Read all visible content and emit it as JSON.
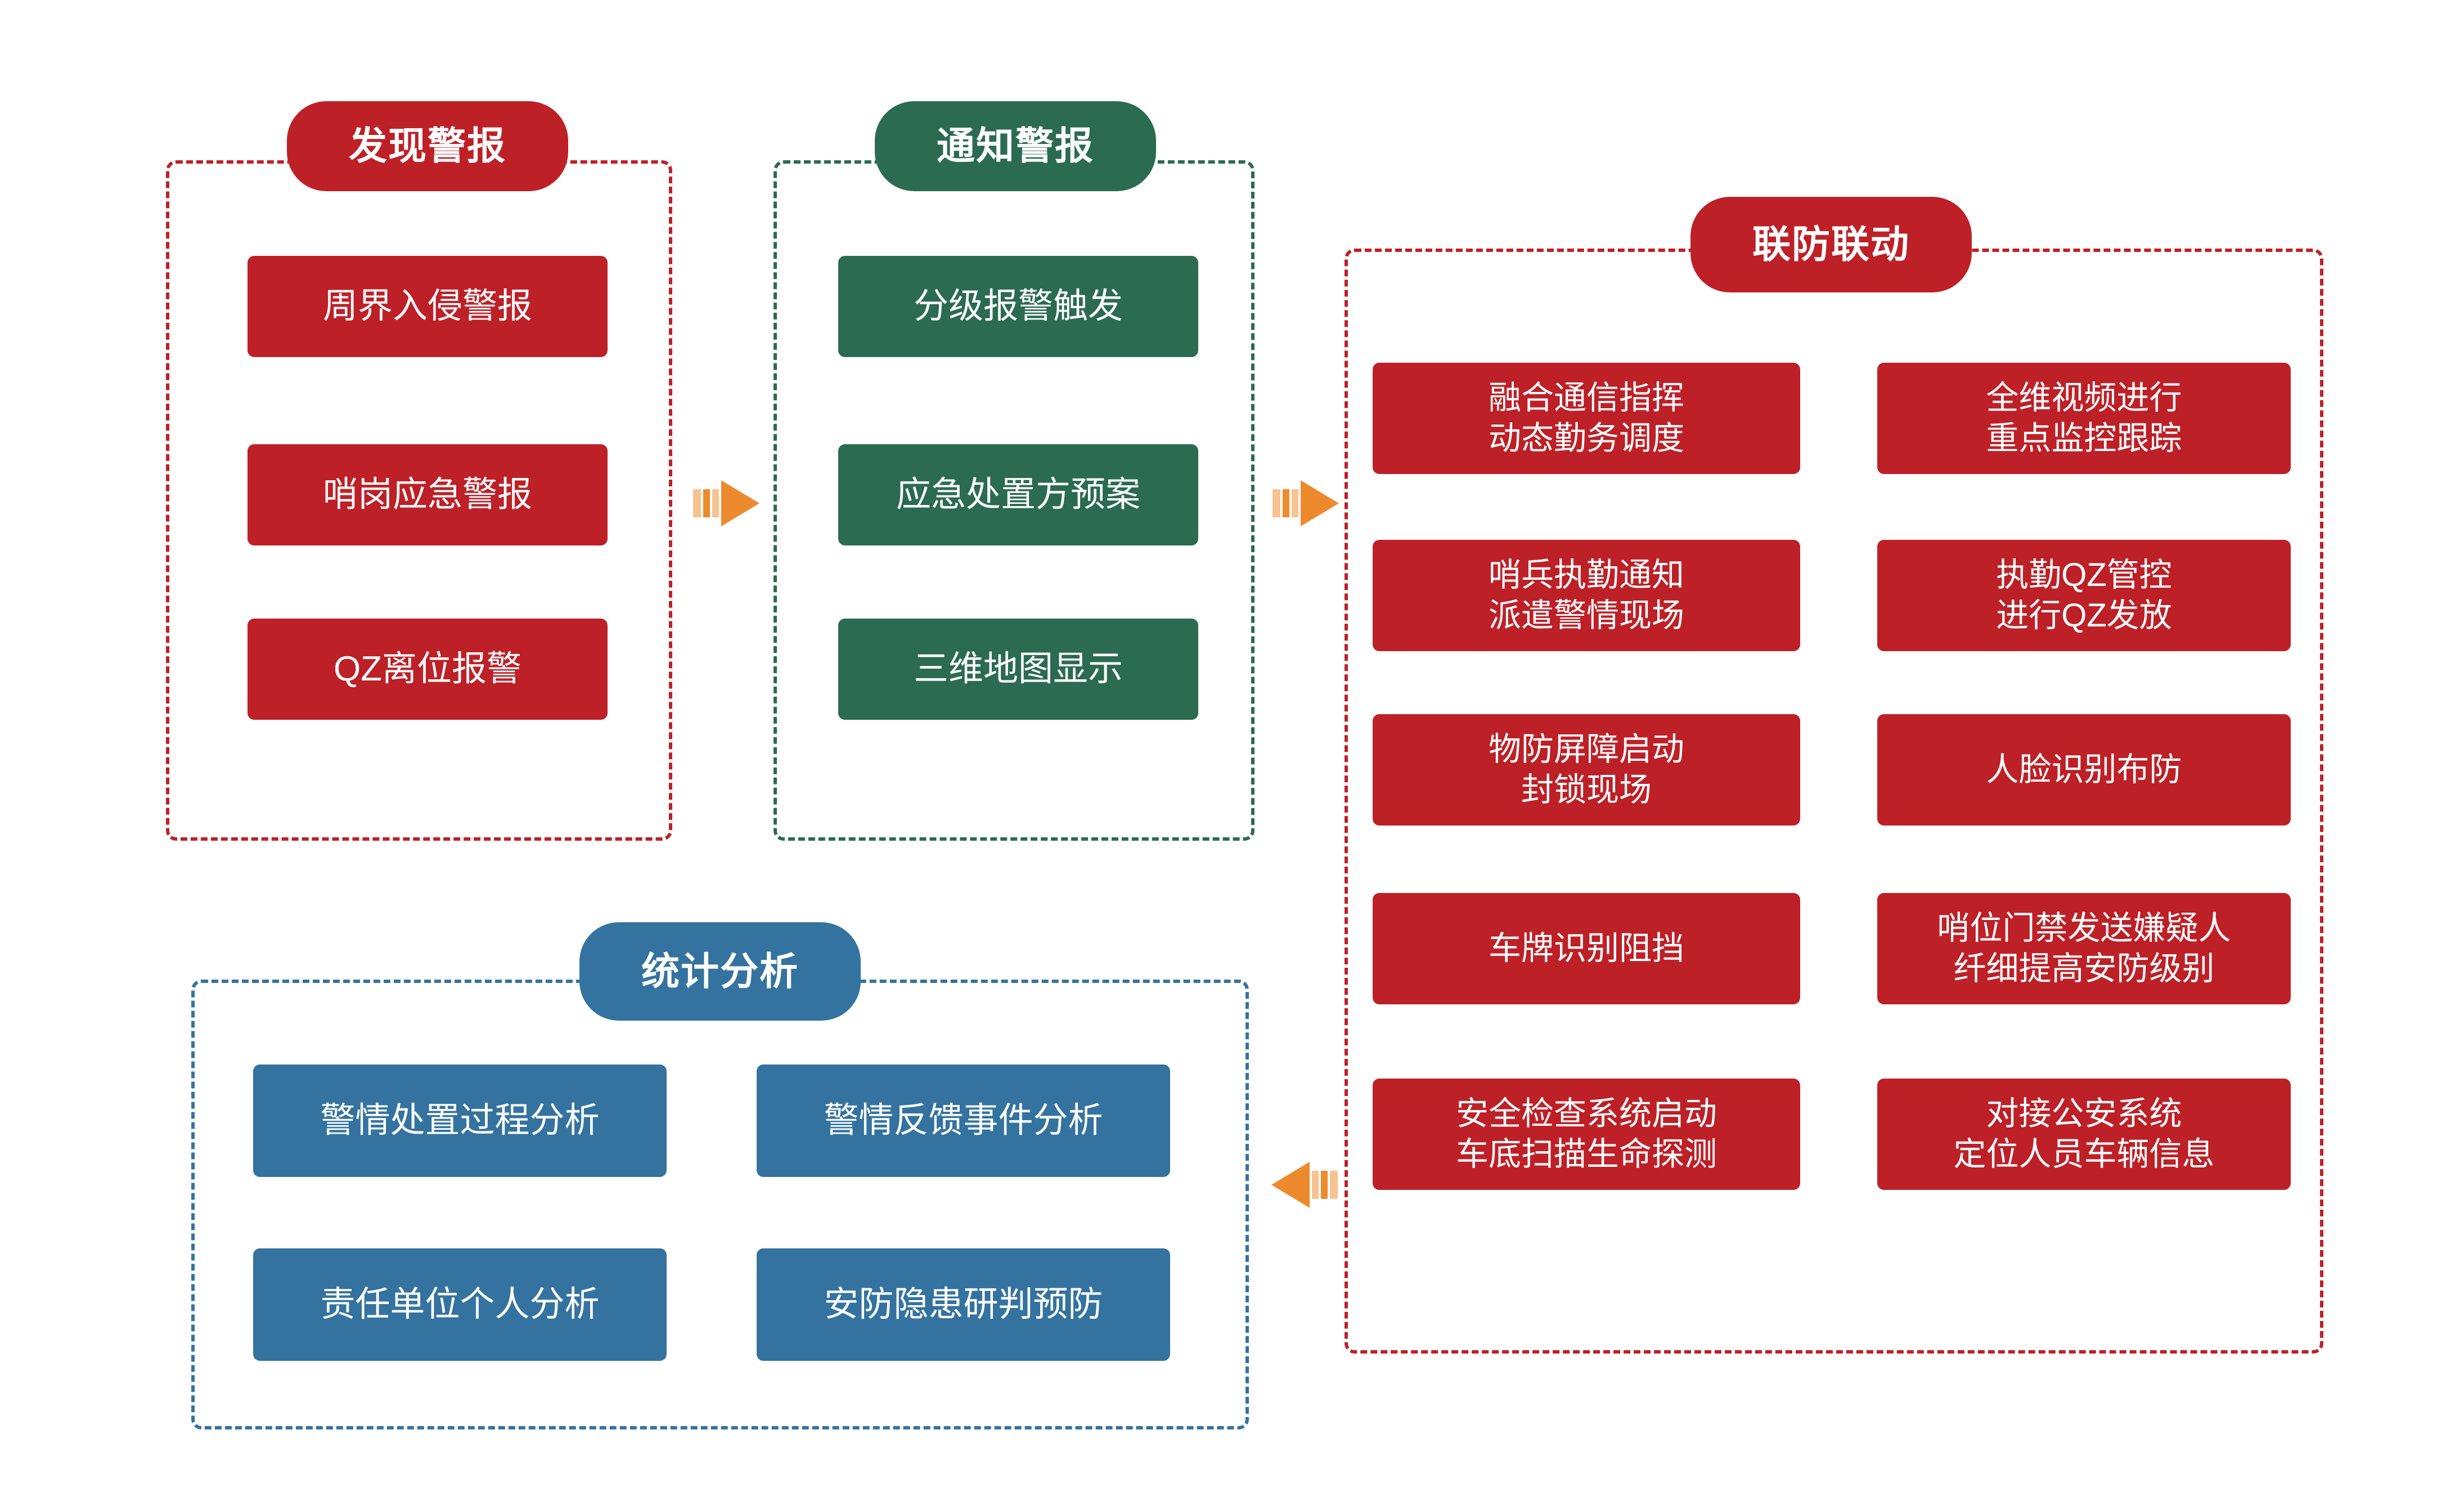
{
  "colors": {
    "red": "#BE2027",
    "green": "#2B6B51",
    "blue": "#34739F",
    "arrow_orange": "#ED8A2E",
    "arrow_orange_light": "#F6C391",
    "background": "#FFFFFF",
    "text_on_fill": "#FFFFFF"
  },
  "groups": [
    {
      "id": "discover-alarm",
      "title": "发现警报",
      "accent": "red",
      "items": [
        {
          "label": "周界入侵警报"
        },
        {
          "label": "哨岗应急警报"
        },
        {
          "label": "QZ离位报警"
        }
      ]
    },
    {
      "id": "notify-alarm",
      "title": "通知警报",
      "accent": "green",
      "items": [
        {
          "label": "分级报警触发"
        },
        {
          "label": "应急处置方预案"
        },
        {
          "label": "三维地图显示"
        }
      ]
    },
    {
      "id": "joint-defense",
      "title": "联防联动",
      "accent": "red",
      "items": [
        {
          "label": "融合通信指挥\n动态勤务调度"
        },
        {
          "label": "全维视频进行\n重点监控跟踪"
        },
        {
          "label": "哨兵执勤通知\n派遣警情现场"
        },
        {
          "label": "执勤QZ管控\n进行QZ发放"
        },
        {
          "label": "物防屏障启动\n封锁现场"
        },
        {
          "label": "人脸识别布防"
        },
        {
          "label": "车牌识别阻挡"
        },
        {
          "label": "哨位门禁发送嫌疑人\n纤细提高安防级别"
        },
        {
          "label": "安全检查系统启动\n车底扫描生命探测"
        },
        {
          "label": "对接公安系统\n定位人员车辆信息"
        }
      ]
    },
    {
      "id": "statistical-analysis",
      "title": "统计分析",
      "accent": "blue",
      "items": [
        {
          "label": "警情处置过程分析"
        },
        {
          "label": "警情反馈事件分析"
        },
        {
          "label": "责任单位个人分析"
        },
        {
          "label": "安防隐患研判预防"
        }
      ]
    }
  ],
  "arrows": [
    {
      "id": "discover-to-notify",
      "direction": "right",
      "icon": "arrow-right-icon"
    },
    {
      "id": "notify-to-joint",
      "direction": "right",
      "icon": "arrow-right-icon"
    },
    {
      "id": "joint-to-stats",
      "direction": "left",
      "icon": "arrow-left-icon"
    }
  ]
}
